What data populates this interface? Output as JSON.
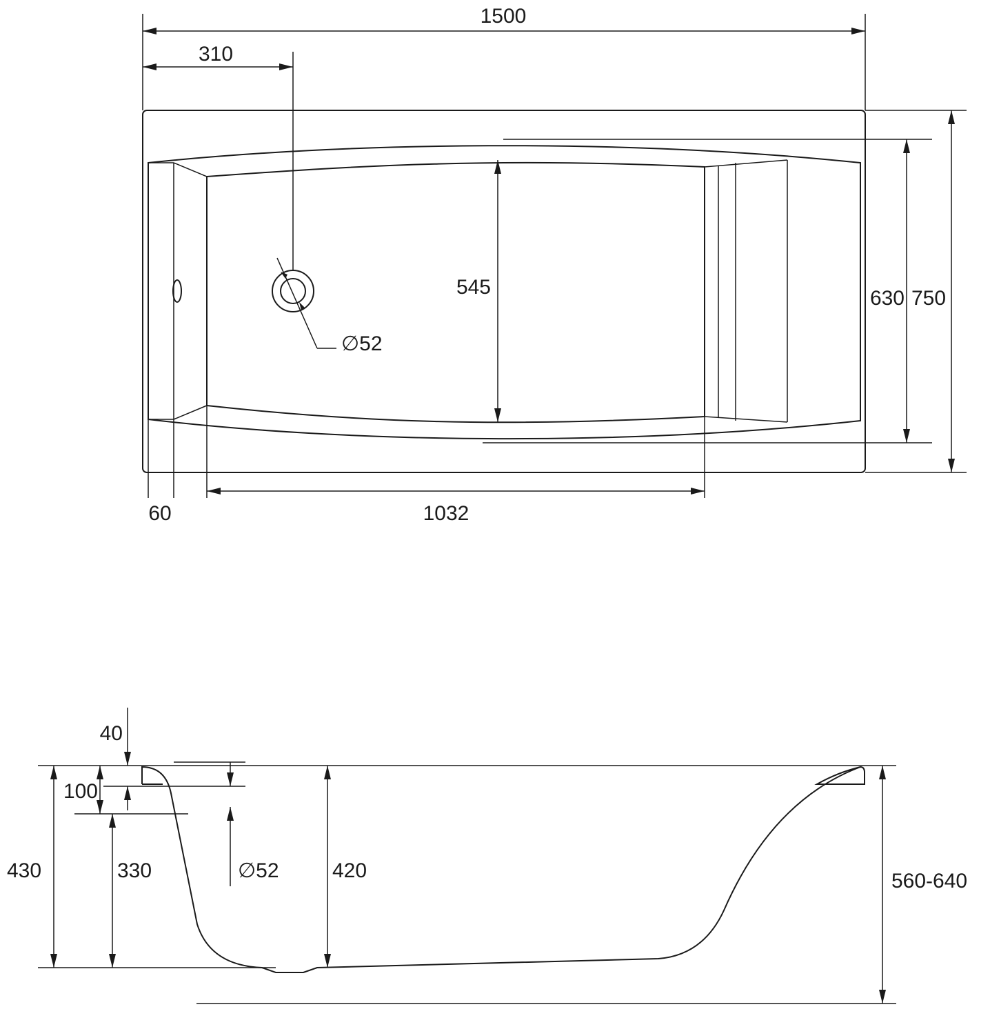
{
  "colors": {
    "line": "#1a1a1a",
    "background": "#ffffff"
  },
  "top_view": {
    "overall_length": "1500",
    "drain_offset": "310",
    "inner_width": "545",
    "inner_width_rim": "630",
    "overall_width": "750",
    "drain_diameter": "∅52",
    "rim_thickness": "60",
    "bottom_length": "1032"
  },
  "side_view": {
    "rim_top": "40",
    "overflow_height": "100",
    "height_total": "430",
    "height_overflow": "330",
    "overflow_diameter": "∅52",
    "inner_depth": "420",
    "feet_height": "560-640"
  }
}
